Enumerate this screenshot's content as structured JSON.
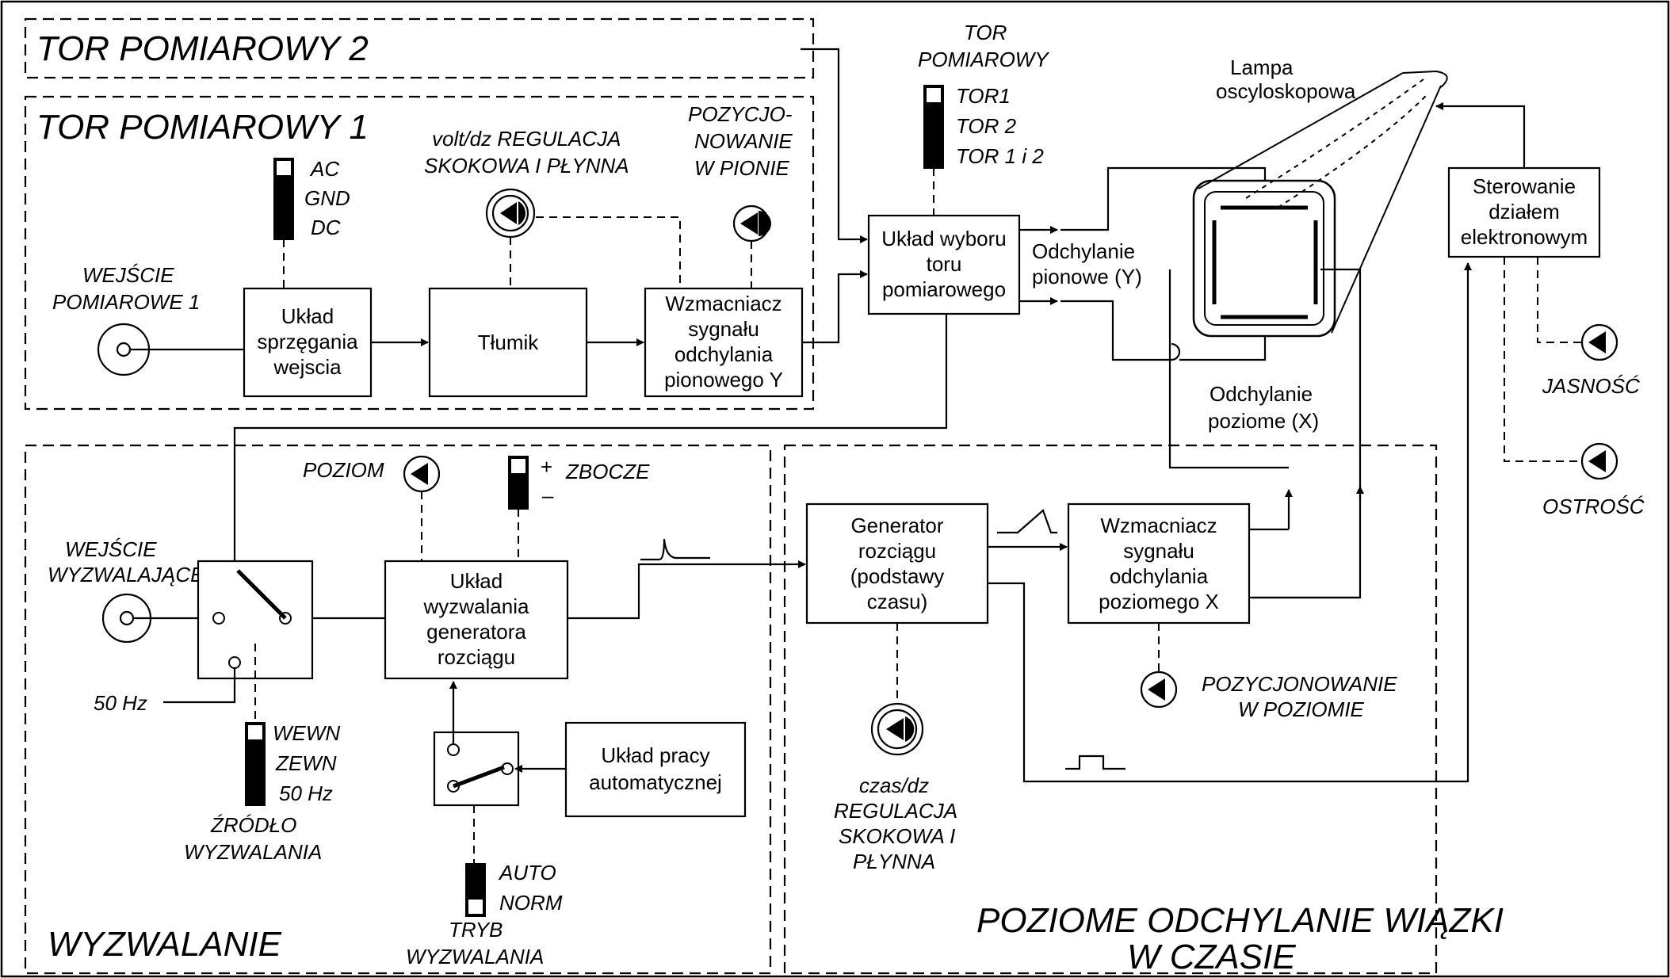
{
  "sections": {
    "tor2": "TOR POMIAROWY 2",
    "tor1": "TOR POMIAROWY 1",
    "trigger": "WYZWALANIE",
    "horizontal_l1": "POZIOME ODCHYLANIE WIĄZKI",
    "horizontal_l2": "W CZASIE"
  },
  "blocks": {
    "coupling": [
      "Układ",
      "sprzęgania",
      "wejscia"
    ],
    "attenuator": [
      "Tłumik"
    ],
    "vamp": [
      "Wzmacniacz",
      "sygnału",
      "odchylania",
      "pionowego Y"
    ],
    "chsel": [
      "Układ wyboru",
      "toru",
      "pomiarowego"
    ],
    "beam": [
      "Sterowanie",
      "działem",
      "elektronowym"
    ],
    "trig": [
      "Układ",
      "wyzwalania",
      "generatora",
      "rozciągu"
    ],
    "auto": [
      "Układ pracy",
      "automatycznej"
    ],
    "sweep": [
      "Generator",
      "rozciągu",
      "(podstawy",
      "czasu)"
    ],
    "hamp": [
      "Wzmacniacz",
      "sygnału",
      "odchylania",
      "poziomego X"
    ]
  },
  "labels": {
    "input1": [
      "WEJŚCIE",
      "POMIAROWE 1"
    ],
    "coupling_switch": [
      "AC",
      "GND",
      "DC"
    ],
    "volt": [
      "volt/dz REGULACJA",
      "SKOKOWA I PŁYNNA"
    ],
    "vpos": [
      "POZYCJO-",
      "NOWANIE",
      "W PIONIE"
    ],
    "chan_title": [
      "TOR",
      "POMIAROWY"
    ],
    "chan_opts": [
      "TOR1",
      "TOR 2",
      "TOR 1 i 2"
    ],
    "tube": [
      "Lampa",
      "oscyloskopowa"
    ],
    "vdefl": [
      "Odchylanie",
      "pionowe (Y)"
    ],
    "hdefl": [
      "Odchylanie",
      "poziome (X)"
    ],
    "brightness": "JASNOŚĆ",
    "focus": "OSTROŚĆ",
    "level": "POZIOM",
    "slope_plus": "+",
    "slope_minus": "–",
    "slope": "ZBOCZE",
    "trig_input": [
      "WEJŚCIE",
      "WYZWALAJĄCE"
    ],
    "hz50": "50 Hz",
    "source_opts": [
      "WEWN",
      "ZEWN",
      "50 Hz"
    ],
    "source_title": [
      "ŹRÓDŁO",
      "WYZWALANIA"
    ],
    "mode_opts": [
      "AUTO",
      "NORM"
    ],
    "mode_title": [
      "TRYB",
      "WYZWALANIA"
    ],
    "timebase": [
      "czas/dz",
      "REGULACJA",
      "SKOKOWA I",
      "PŁYNNA"
    ],
    "hpos": [
      "POZYCJONOWANIE",
      "W POZIOMIE"
    ]
  }
}
